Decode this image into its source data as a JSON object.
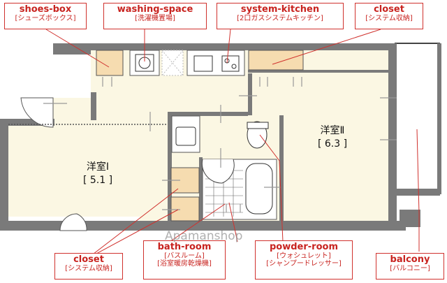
{
  "labels": {
    "shoes_box": {
      "title": "shoes-box",
      "sub": "[シューズボックス]"
    },
    "washing_space": {
      "title": "washing-space",
      "sub": "[洗濯機置場]"
    },
    "system_kitchen": {
      "title": "system-kitchen",
      "sub": "[2口ガスシステムキッチン]"
    },
    "closet_top": {
      "title": "closet",
      "sub": "[システム収納]"
    },
    "closet_bottom": {
      "title": "closet",
      "sub": "[システム収納]"
    },
    "bath_room": {
      "title": "bath-room",
      "sub1": "[バスルーム]",
      "sub2": "[浴室暖房乾燥機]"
    },
    "powder_room": {
      "title": "powder-room",
      "sub1": "[ウォシュレット]",
      "sub2": "[シャンプードレッサー]"
    },
    "balcony": {
      "title": "balcony",
      "sub": "[バルコニー]"
    }
  },
  "rooms": {
    "western1": {
      "name": "洋室Ⅰ",
      "size": "[ 5.1 ]"
    },
    "western2": {
      "name": "洋室Ⅱ",
      "size": "[ 6.3 ]"
    }
  },
  "watermark": "Apamanshop",
  "colors": {
    "accent": "#d0312d",
    "floor": "#fbf7e3",
    "wall": "#7a7a7a",
    "closet": "#f6dcb0"
  }
}
